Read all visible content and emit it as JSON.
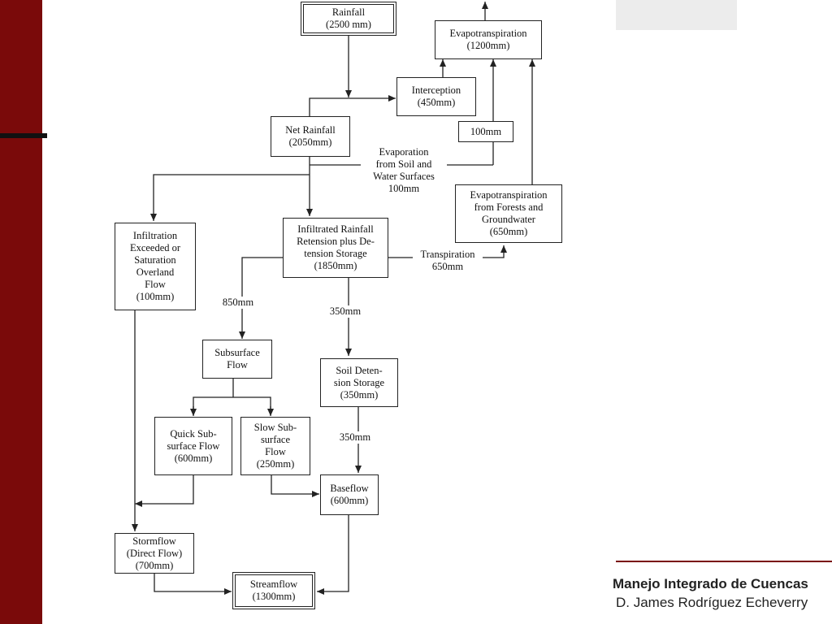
{
  "boxes": {
    "rainfall": "Rainfall\n(2500 mm)",
    "evapotranspiration": "Evapotranspiration\n(1200mm)",
    "interception": "Interception\n(450mm)",
    "net_rainfall": "Net Rainfall\n(2050mm)",
    "box_100mm": "100mm",
    "et_forests": "Evapotranspiration\nfrom Forests and\nGroundwater\n(650mm)",
    "infiltration_exceeded": "Infiltration\nExceeded or\nSaturation\nOverland\nFlow\n(100mm)",
    "infiltrated_rainfall": "Infiltrated Rainfall\nRetension plus De-\ntension Storage\n(1850mm)",
    "subsurface_flow": "Subsurface\nFlow",
    "soil_detention": "Soil Deten-\nsion Storage\n(350mm)",
    "quick_subsurface": "Quick Sub-\nsurface Flow\n(600mm)",
    "slow_subsurface": "Slow Sub-\nsurface\nFlow\n(250mm)",
    "baseflow": "Baseflow\n(600mm)",
    "stormflow": "Stormflow\n(Direct Flow)\n(700mm)",
    "streamflow": "Streamflow\n(1300mm)"
  },
  "labels": {
    "evaporation": "Evaporation\nfrom Soil and\nWater Surfaces\n100mm",
    "transpiration": "Transpiration\n650mm",
    "l850": "850mm",
    "l350a": "350mm",
    "l350b": "350mm"
  },
  "footer": {
    "title": "Manejo Integrado de Cuencas",
    "author": "D. James Rodríguez Echeverry"
  },
  "colors": {
    "accent": "#7a0a0a"
  }
}
